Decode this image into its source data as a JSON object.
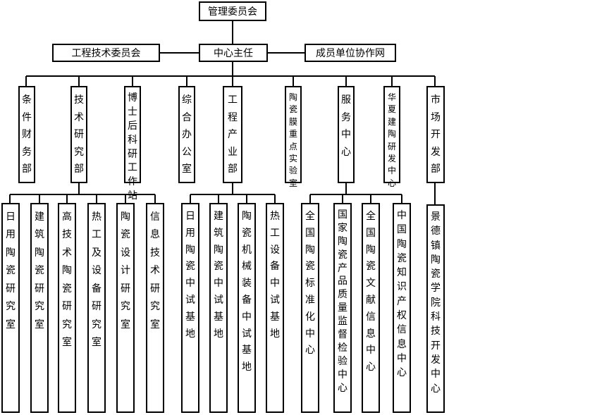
{
  "org_chart": {
    "top": {
      "committee": "管理委员会",
      "director": "中心主任",
      "tech_committee": "工程技术委员会",
      "partner_network": "成员单位协作网"
    },
    "departments": [
      "条件财务部",
      "技术研究部",
      "博士后科研工作站",
      "综合办公室",
      "工程产业部",
      "陶瓷膜重点实验室",
      "服务中心",
      "华夏建陶研发中心",
      "市场开发部"
    ],
    "research_labs": [
      "日用陶瓷研究室",
      "建筑陶瓷研究室",
      "高技术陶瓷研究室",
      "热工及设备研究室",
      "陶瓷设计研究室",
      "信息技术研究室"
    ],
    "industry_bases": [
      "日用陶瓷中试基地",
      "建筑陶瓷中试基地",
      "陶瓷机械装备中试基地",
      "热工设备中试基地"
    ],
    "service_centers": [
      "全国陶瓷标准化中心",
      "国家陶瓷产品质量监督检验中心",
      "全国陶瓷文献信息中心",
      "中国陶瓷知识产权信息中心"
    ],
    "market_unit": "景德镇陶瓷学院科技开发中心"
  }
}
